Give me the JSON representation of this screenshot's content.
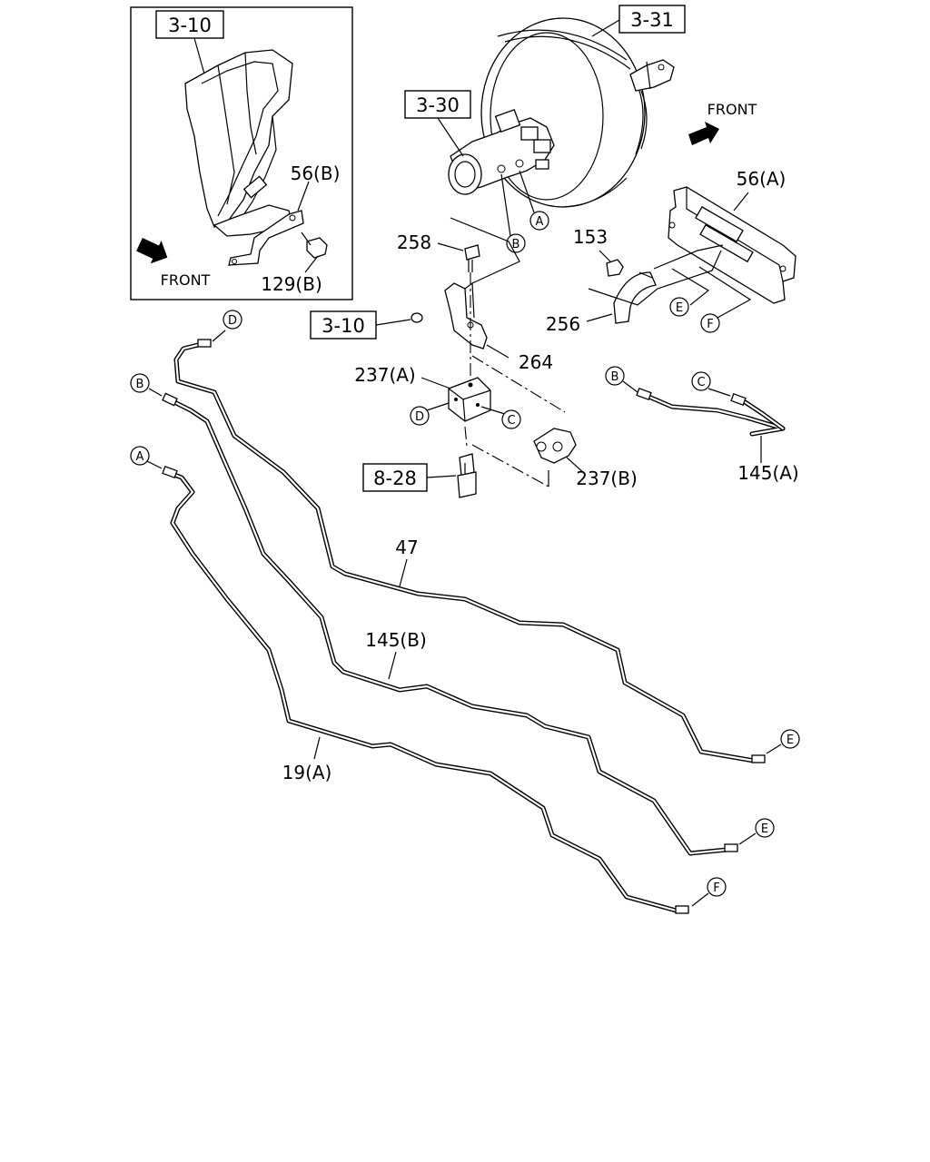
{
  "refs": {
    "inset_ref": "3-10",
    "booster_ref": "3-31",
    "master_cyl_ref": "3-30",
    "bracket_ref": "3-10",
    "switch_ref": "8-28"
  },
  "front_labels": {
    "inset": "FRONT",
    "main": "FRONT"
  },
  "part_labels": {
    "p56b": "56(B)",
    "p129b": "129(B)",
    "p56a": "56(A)",
    "p153": "153",
    "p256": "256",
    "p258": "258",
    "p264": "264",
    "p237a": "237(A)",
    "p237b": "237(B)",
    "p145a": "145(A)",
    "p47": "47",
    "p145b": "145(B)",
    "p19a": "19(A)"
  },
  "connectors": {
    "a": "A",
    "b": "B",
    "c": "C",
    "d": "D",
    "e": "E",
    "f": "F"
  },
  "icons": [
    "front-arrow-icon"
  ]
}
